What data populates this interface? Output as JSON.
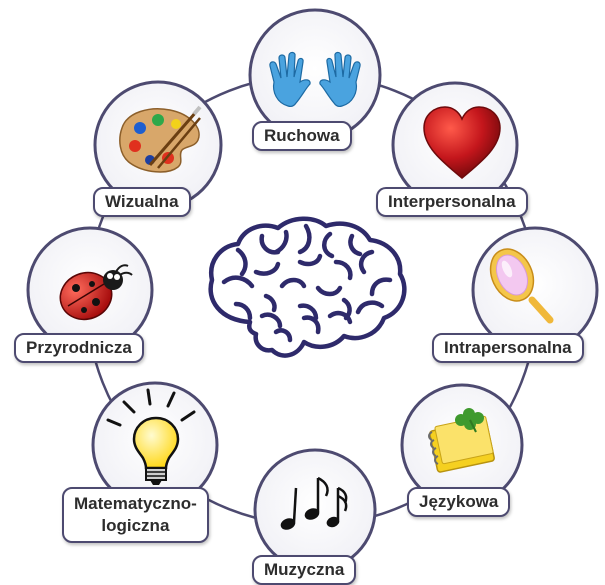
{
  "intelligences": [
    {
      "label": "Ruchowa",
      "icon": "hands-icon"
    },
    {
      "label": "Interpersonalna",
      "icon": "heart-icon"
    },
    {
      "label": "Intrapersonalna",
      "icon": "mirror-icon"
    },
    {
      "label": "Językowa",
      "icon": "notebook-icon"
    },
    {
      "label": "Muzyczna",
      "icon": "music-notes-icon"
    },
    {
      "label": "Matematyczno-",
      "label_line2": "logiczna",
      "icon": "lightbulb-icon"
    },
    {
      "label": "Przyrodnicza",
      "icon": "ladybug-icon"
    },
    {
      "label": "Wizualna",
      "icon": "palette-icon"
    }
  ],
  "center_icon": "brain-icon",
  "colors": {
    "outline": "#4d4a70",
    "hands": "#4aa3df",
    "heart": "#c4161c",
    "mirror": "#f4c64a",
    "notebook": "#f5d020",
    "ladybug": "#d62020",
    "bulb": "#ffe23a"
  }
}
